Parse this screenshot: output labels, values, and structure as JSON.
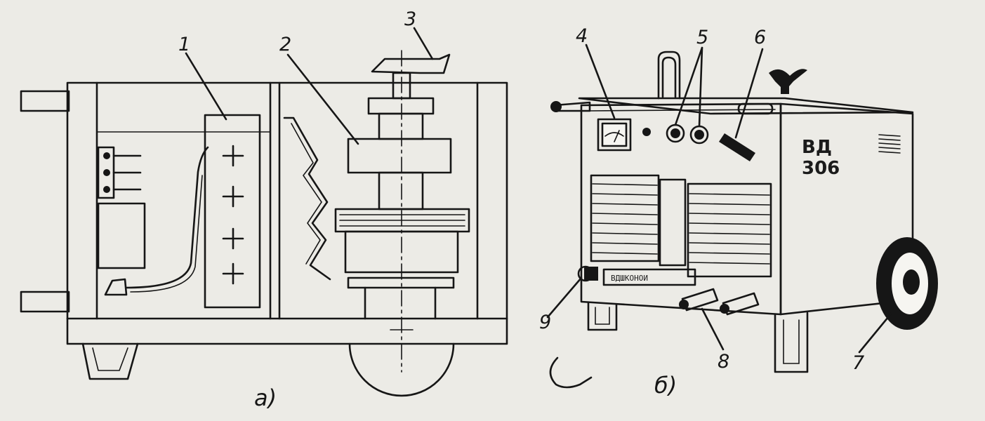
{
  "callouts": {
    "n1": "1",
    "n2": "2",
    "n3": "3",
    "n4": "4",
    "n5": "5",
    "n6": "6",
    "n7": "7",
    "n8": "8",
    "n9": "9"
  },
  "captions": {
    "view_a": "а)",
    "view_b": "б)"
  },
  "machine": {
    "model_top": "ВД",
    "model_bottom": "306",
    "front_plate": "ВДШКОНОИ"
  }
}
